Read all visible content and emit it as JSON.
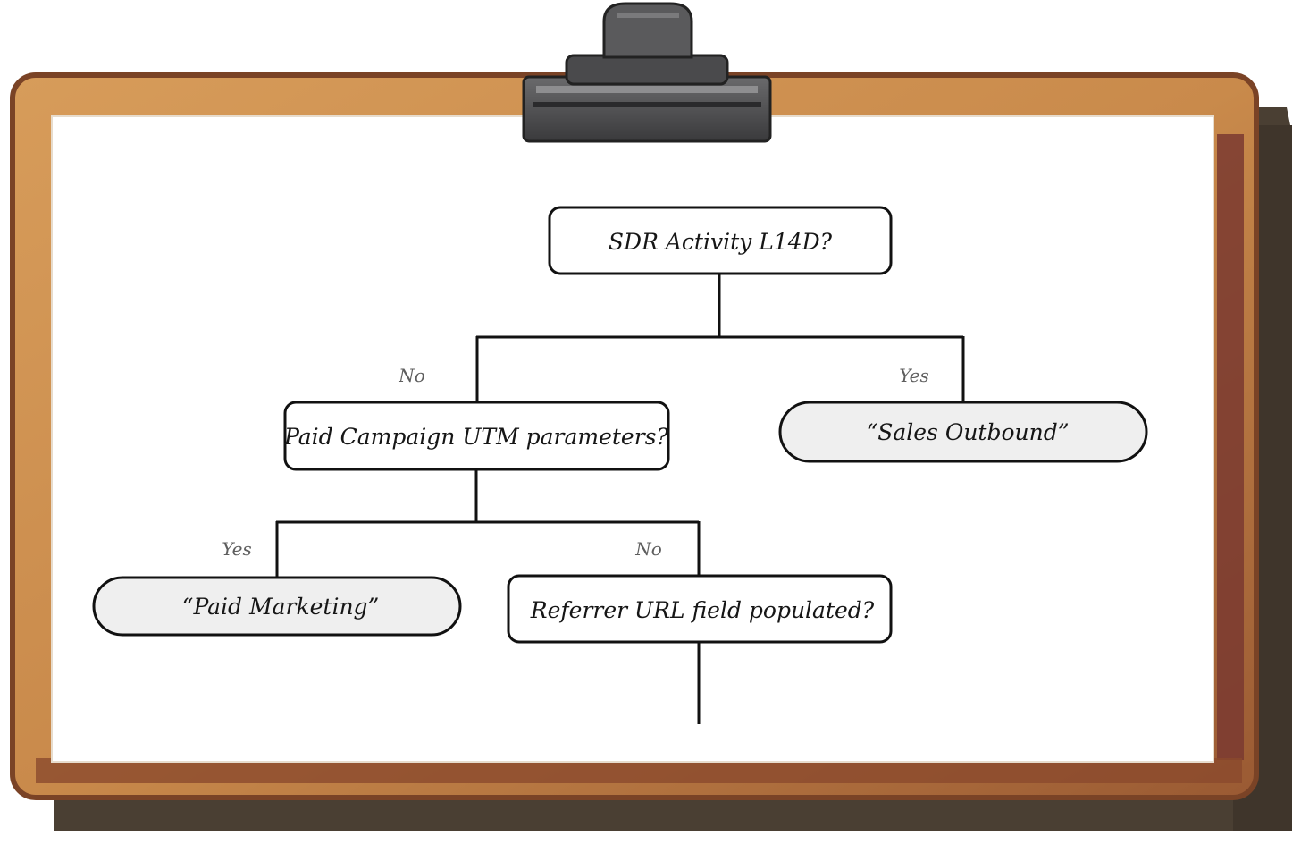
{
  "diagram": {
    "nodes": {
      "sdr_activity": "SDR Activity L14D?",
      "paid_campaign": "Paid Campaign UTM parameters?",
      "sales_outbound": "“Sales Outbound”",
      "paid_marketing": "“Paid Marketing”",
      "referrer_url": "Referrer URL field populated?"
    },
    "edges": {
      "sdr_no": "No",
      "sdr_yes": "Yes",
      "utm_yes": "Yes",
      "utm_no": "No"
    }
  },
  "colors": {
    "frame_wood": "#c98a4b",
    "frame_dark": "#7a4326",
    "frame_shadow": "#4a3f33",
    "board": "#ffffff",
    "clip": "#4f4f51",
    "line": "#111111",
    "outcome_fill": "#efefef"
  }
}
